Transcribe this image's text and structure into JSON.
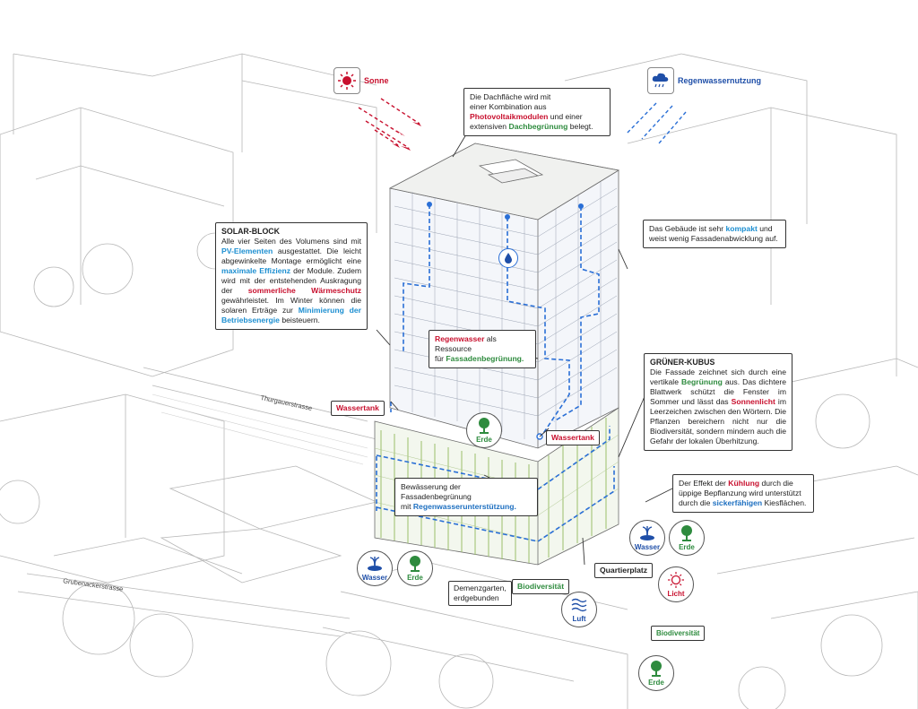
{
  "colors": {
    "red": "#c8102e",
    "blue": "#1d8fd1",
    "green": "#2e8b3e",
    "dash_blue": "#2a6fd6",
    "line": "#9a9a9a",
    "facade_green": "#9bbf6a"
  },
  "legend": {
    "sun": {
      "icon": "sun-icon",
      "label": "Sonne"
    },
    "rain": {
      "icon": "rain-cloud-icon",
      "label": "Regenwassernutzung"
    }
  },
  "roof_box": {
    "t1": "Die Dachfläche wird mit",
    "t2": "einer Kombination aus",
    "h1": "Photovoltaikmodulen",
    "t3": " und einer",
    "t4": "extensiven ",
    "h2": "Dachbegrünung",
    "t5": " belegt."
  },
  "compact_box": {
    "t1": "Das Gebäude ist sehr ",
    "h1": "kompakt",
    "t2": " und",
    "t3": "weist wenig Fassadenabwicklung auf."
  },
  "solar_box": {
    "title": "SOLAR-BLOCK",
    "t1": "Alle vier Seiten des Volumens sind mit ",
    "h1": "PV-Elementen",
    "t2": " ausgestattet. Die leicht abgewinkelte Montage ermöglicht eine ",
    "h2": "maximale Effizienz",
    "t3": " der Module. Zudem wird mit der entstehenden Auskragung der ",
    "h3": "sommerliche Wärmeschutz",
    "t4": " gewährleistet. Im Winter können die solaren Erträge zur ",
    "h4": "Minimierung der Betriebsenergie",
    "t5": " beisteuern."
  },
  "rain_box": {
    "h1": "Regenwasser",
    "t1": " als Ressource",
    "t2": "für ",
    "h2": "Fassadenbegrünung."
  },
  "green_box": {
    "title": "GRÜNER-KUBUS",
    "t1": "Die Fassade zeichnet sich durch eine vertikale ",
    "h1": "Begrünung",
    "t2": " aus. Das dichtere Blattwerk schützt die Fenster im Sommer und lässt das ",
    "h2": "Sonnenlicht",
    "t3": " im Leerzeichen zwischen den Wörtern. Die Pflanzen bereichern nicht nur die Biodiversität, sondern mindern auch die Gefahr der lokalen Überhitzung."
  },
  "irrigation_box": {
    "t1": "Bewässerung der Fassadenbegrünung",
    "t2": "mit ",
    "h1": "Regenwasserunterstützung."
  },
  "cooling_box": {
    "t1": "Der Effekt der ",
    "h1": "Kühlung",
    "t2": " durch die",
    "t3": "üppige Bepflanzung wird unterstützt",
    "t4": "durch die ",
    "h2": "sickerfähigen",
    "t5": " Kiesflächen."
  },
  "labels": {
    "wassertank_left": "Wassertank",
    "wassertank_right": "Wassertank",
    "biodiversitaet_center": "Biodiversität",
    "biodiversitaet_right": "Biodiversität",
    "quartierplatz": "Quartierplatz",
    "demenzgarten_1": "Demenzgarten,",
    "demenzgarten_2": "erdgebunden"
  },
  "streets": {
    "thurgauer": "Thurgauerstrasse",
    "grubenacker": "Grubenackerstrasse"
  },
  "icons": {
    "erde_mid": {
      "icon": "tree-icon",
      "label": "Erde"
    },
    "wasser_left": {
      "icon": "fountain-icon",
      "label": "Wasser"
    },
    "erde_left": {
      "icon": "tree-icon",
      "label": "Erde"
    },
    "luft": {
      "icon": "wind-icon",
      "label": "Luft"
    },
    "wasser_right": {
      "icon": "fountain-icon",
      "label": "Wasser"
    },
    "erde_right": {
      "icon": "tree-icon",
      "label": "Erde"
    },
    "licht": {
      "icon": "sun-outline-icon",
      "label": "Licht"
    },
    "erde_bottom": {
      "icon": "tree-icon",
      "label": "Erde"
    },
    "drop": {
      "icon": "water-drop-icon"
    }
  }
}
